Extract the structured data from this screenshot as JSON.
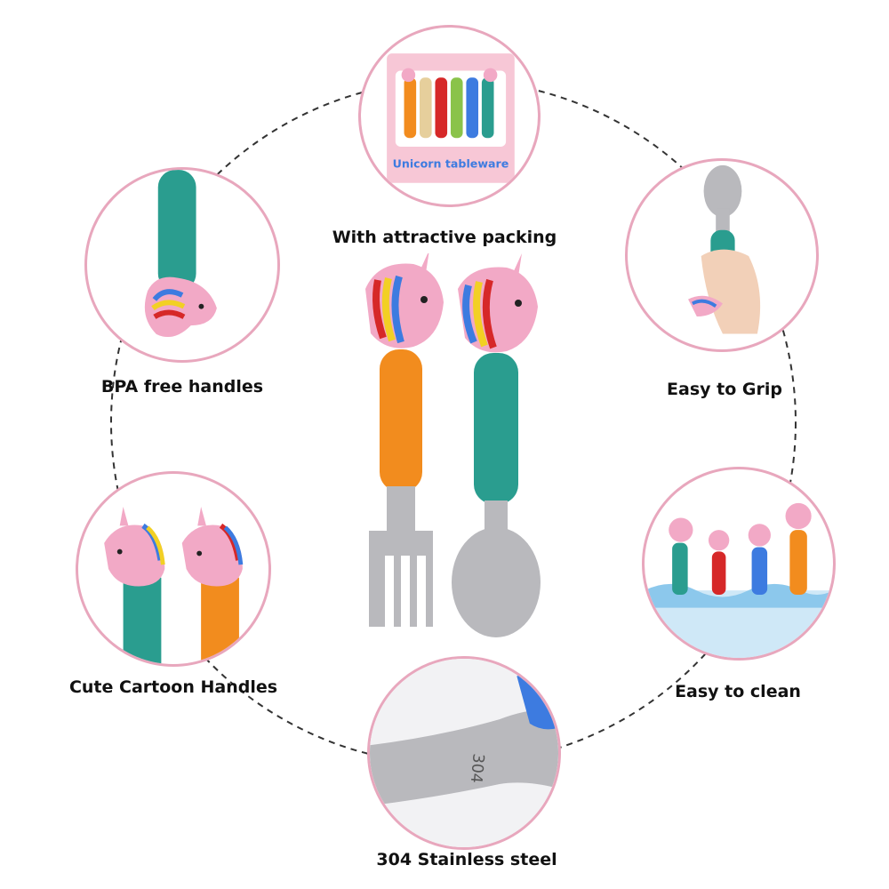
{
  "features": [
    {
      "id": "packing",
      "label": "With attractive packing",
      "icon": "gift-box-icon"
    },
    {
      "id": "bpa",
      "label": "BPA free handles",
      "icon": "unicorn-handle-icon"
    },
    {
      "id": "grip",
      "label": "Easy to Grip",
      "icon": "hand-grip-icon"
    },
    {
      "id": "cartoon",
      "label": "Cute Cartoon Handles",
      "icon": "unicorn-heads-icon"
    },
    {
      "id": "clean",
      "label": "Easy to clean",
      "icon": "water-splash-icon"
    },
    {
      "id": "steel",
      "label": "304 Stainless steel",
      "icon": "steel-stamp-icon"
    }
  ],
  "steel_stamp": "304",
  "box_text": "Unicorn tableware",
  "colors": {
    "ring_border": "#e8a7bd",
    "unicorn_pink": "#f2a9c6",
    "handle_teal": "#2a9d8f",
    "handle_orange": "#f28c1e",
    "handle_red": "#d62828",
    "handle_blue": "#3d7be0",
    "steel": "#b9b9bd"
  }
}
